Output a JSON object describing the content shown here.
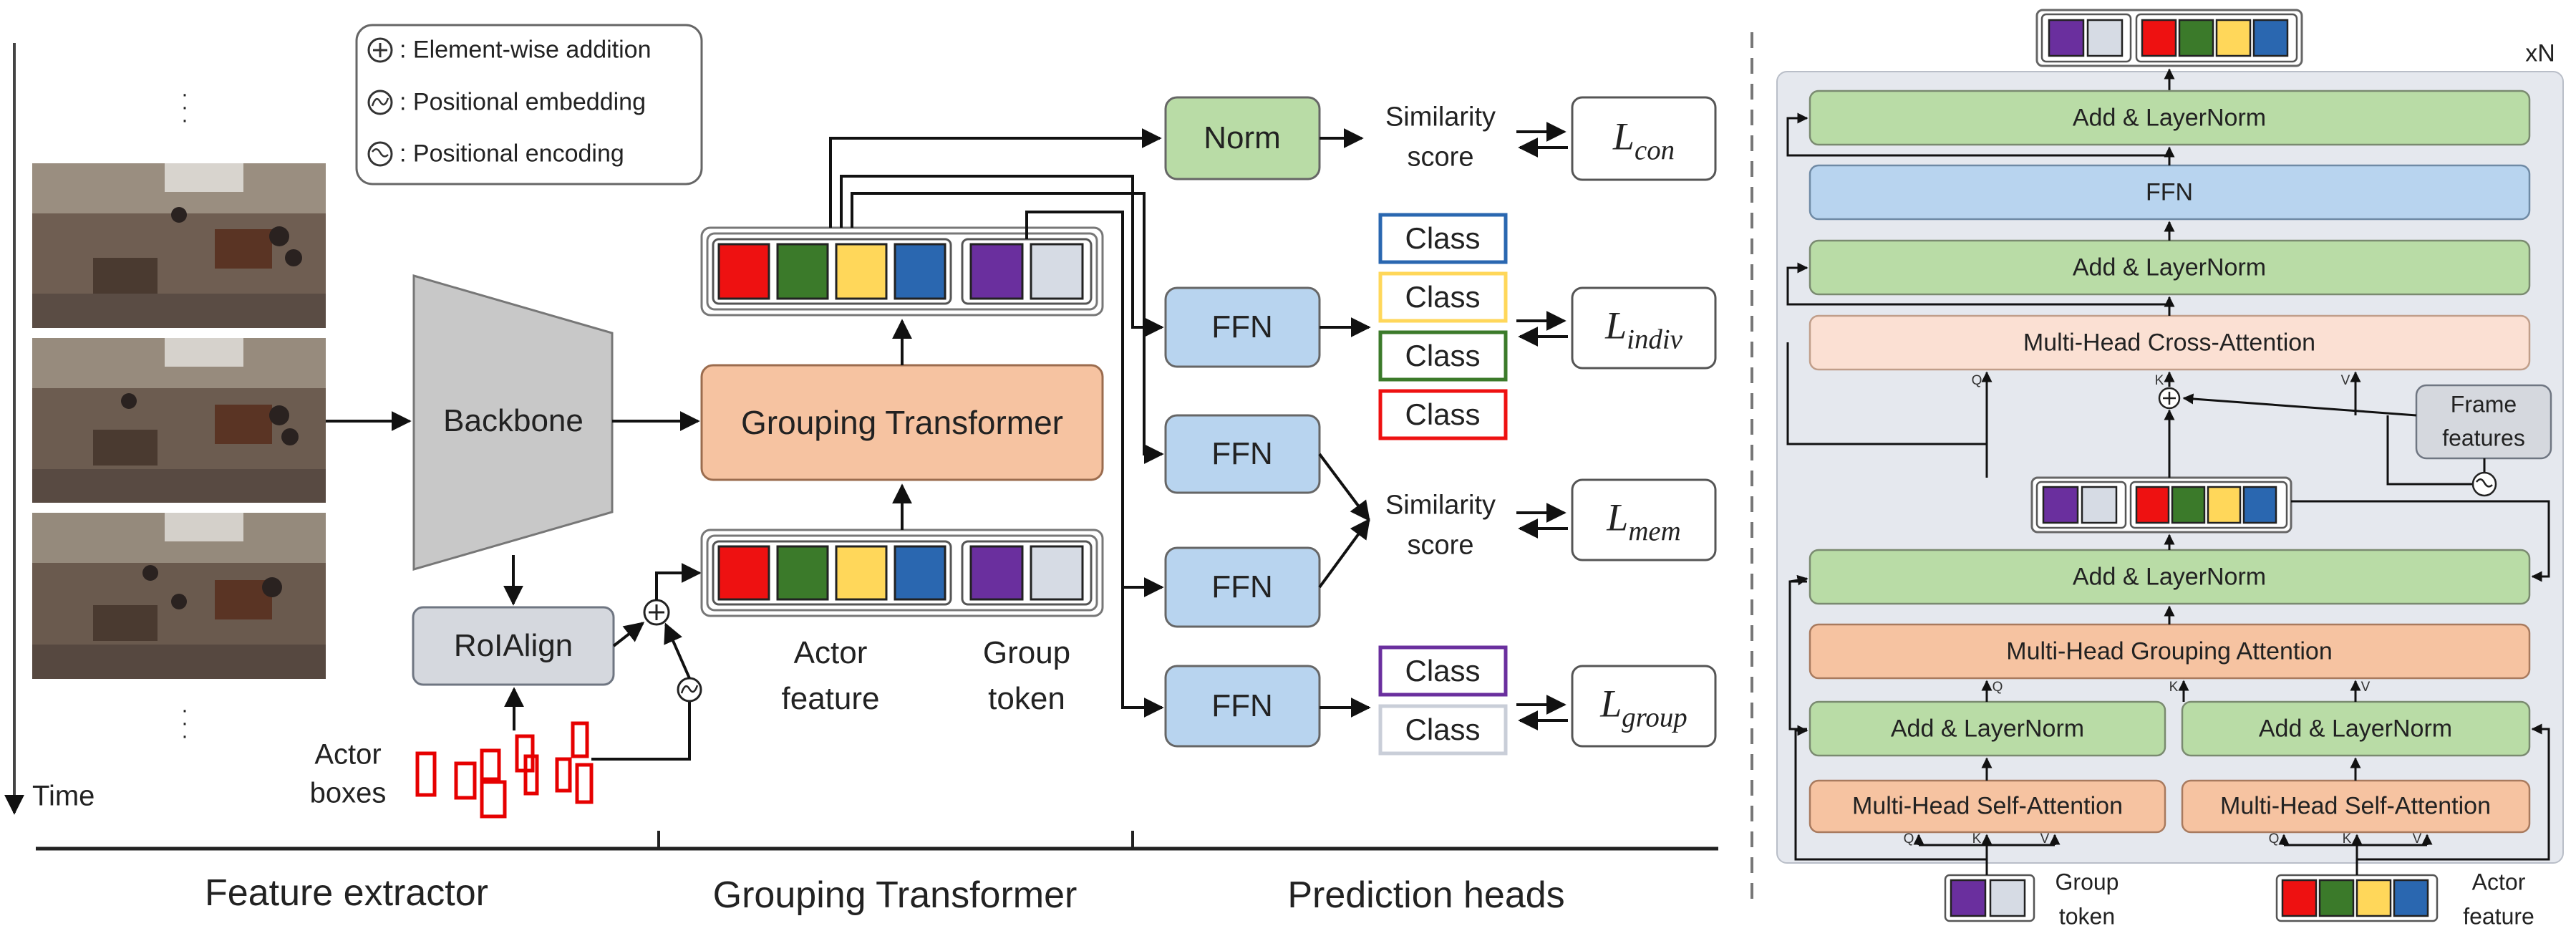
{
  "legend": {
    "addition": ": Element-wise addition",
    "pos_embedding": ": Positional embedding",
    "pos_encoding": ": Positional encoding"
  },
  "left": {
    "time_label": "Time",
    "vdots": "·\n·\n·",
    "backbone": "Backbone",
    "roialign": "RoIAlign",
    "actor_boxes": [
      "Actor",
      "boxes"
    ],
    "grouping_transformer": "Grouping Transformer",
    "actor_feature": [
      "Actor",
      "feature"
    ],
    "group_token": [
      "Group",
      "token"
    ],
    "norm": "Norm",
    "ffn": "FFN",
    "similarity_score": [
      "Similarity",
      "score"
    ],
    "class": "Class",
    "losses": {
      "con": {
        "base": "L",
        "sub": "con"
      },
      "indiv": {
        "base": "L",
        "sub": "indiv"
      },
      "mem": {
        "base": "L",
        "sub": "mem"
      },
      "group": {
        "base": "L",
        "sub": "group"
      }
    },
    "sections": [
      "Feature extractor",
      "Grouping Transformer",
      "Prediction heads"
    ]
  },
  "right": {
    "repeat": "xN",
    "add_norm": "Add & LayerNorm",
    "ffn": "FFN",
    "cross_attention": "Multi-Head Cross-Attention",
    "grouping_attention": "Multi-Head Grouping Attention",
    "self_attention": "Multi-Head Self-Attention",
    "frame_features": [
      "Frame",
      "features"
    ],
    "group_token": [
      "Group",
      "token"
    ],
    "actor_feature": [
      "Actor",
      "feature"
    ],
    "qkv": {
      "q": "Q",
      "k": "K",
      "v": "V"
    }
  },
  "colors": {
    "actor_tokens": [
      "#ee1111",
      "#3b7a2a",
      "#ffd75a",
      "#2a67b0"
    ],
    "group_tokens": [
      "#6a2f9e",
      "#d6dbe4"
    ],
    "green_box": "#b9dca6",
    "blue_box": "#b8d4ef",
    "orange_box": "#f6c3a1",
    "pink_box": "#fbe0d3",
    "gray_box": "#d5d8de",
    "backbone_gray": "#c8c8c8",
    "panel_bg": "#e5e8ee",
    "actor_box_red": "#e60000"
  }
}
